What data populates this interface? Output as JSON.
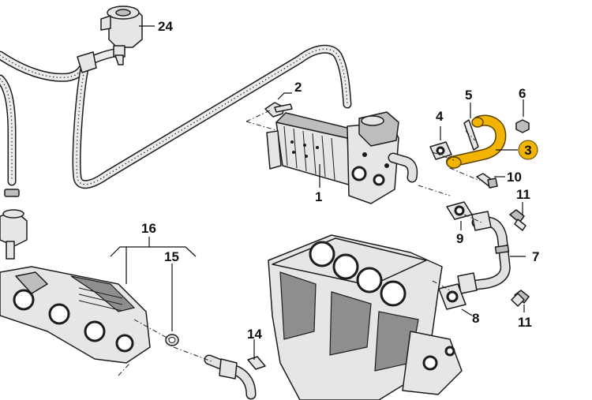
{
  "diagram": {
    "callouts": [
      {
        "id": "c1",
        "label": "1"
      },
      {
        "id": "c2",
        "label": "2"
      },
      {
        "id": "c3",
        "label": "3",
        "highlighted": true
      },
      {
        "id": "c4",
        "label": "4"
      },
      {
        "id": "c5",
        "label": "5"
      },
      {
        "id": "c6",
        "label": "6"
      },
      {
        "id": "c7",
        "label": "7"
      },
      {
        "id": "c8",
        "label": "8"
      },
      {
        "id": "c9",
        "label": "9"
      },
      {
        "id": "c10",
        "label": "10"
      },
      {
        "id": "c11a",
        "label": "11"
      },
      {
        "id": "c11b",
        "label": "11"
      },
      {
        "id": "c14",
        "label": "14"
      },
      {
        "id": "c15",
        "label": "15"
      },
      {
        "id": "c16",
        "label": "16"
      },
      {
        "id": "c24",
        "label": "24"
      }
    ],
    "colors": {
      "highlight": "#f2b400",
      "line": "#1c1c1c",
      "part_fill": "#e6e6e6",
      "background": "#ffffff"
    }
  }
}
